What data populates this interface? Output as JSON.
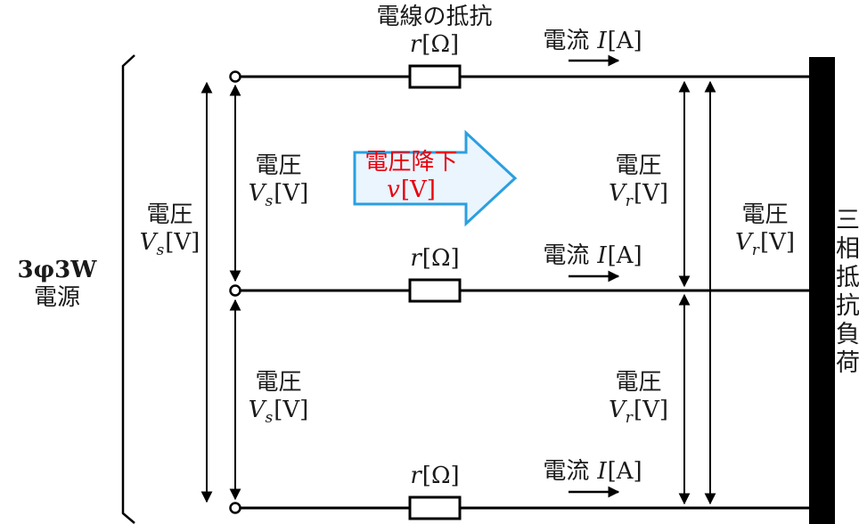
{
  "diagram": {
    "source": {
      "line1": "3φ3W",
      "line2": "電源"
    },
    "load": {
      "vertical_text": "三相抵抗負荷"
    },
    "wire_resistance": {
      "title": "電線の抵抗"
    },
    "terms": {
      "voltage": "電圧",
      "current": "電流",
      "voltage_drop": "電圧降下"
    },
    "vars": {
      "r": "r",
      "I": "I",
      "V": "V",
      "v": "v",
      "sub_s": "s",
      "sub_r": "r"
    },
    "units": {
      "ohm": "[Ω]",
      "ampere": "[A]",
      "volt": "[V]"
    },
    "colors": {
      "stroke": "#000000",
      "drop_text": "#e8000d",
      "drop_arrow_border": "#2b9fe0",
      "drop_arrow_fill": "#eaf5fd"
    }
  }
}
